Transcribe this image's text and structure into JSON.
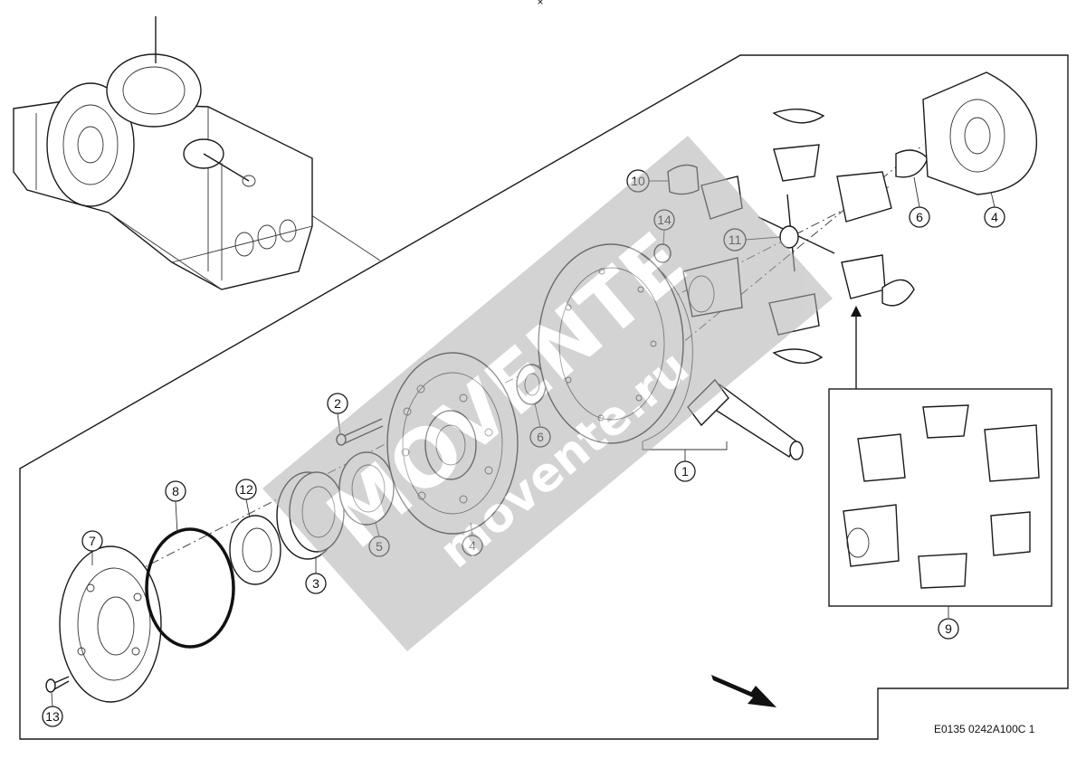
{
  "diagram": {
    "callouts": [
      {
        "num": "1"
      },
      {
        "num": "2"
      },
      {
        "num": "3"
      },
      {
        "num": "4"
      },
      {
        "num": "4"
      },
      {
        "num": "5"
      },
      {
        "num": "6"
      },
      {
        "num": "6"
      },
      {
        "num": "7"
      },
      {
        "num": "8"
      },
      {
        "num": "9"
      },
      {
        "num": "10"
      },
      {
        "num": "11"
      },
      {
        "num": "12"
      },
      {
        "num": "13"
      },
      {
        "num": "14"
      }
    ],
    "drawing_code": "E0135 0242A100C 1",
    "watermark": {
      "brand": "MOVENTE",
      "url": "movente.ru",
      "color": "#9a9a9a"
    },
    "close_mark": "×",
    "colors": {
      "line": "#1a1a1a",
      "background": "#ffffff"
    }
  }
}
